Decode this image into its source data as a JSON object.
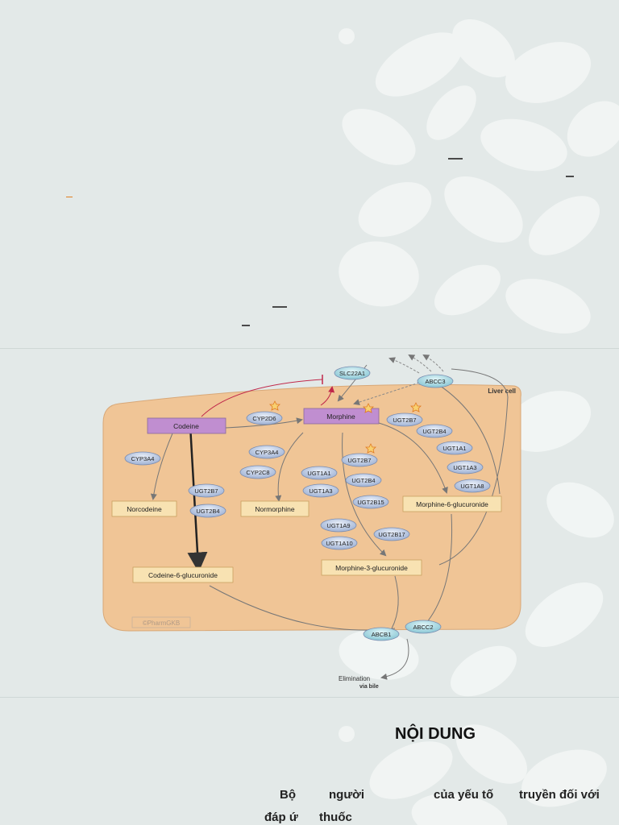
{
  "diagram": {
    "liver_cell_label": "Liver cell",
    "copyright": "©PharmGKB",
    "elimination": "Elimination",
    "via_bile": "via bile",
    "boxes": {
      "codeine": "Codeine",
      "morphine": "Morphine",
      "norcodeine": "Norcodeine",
      "normorphine": "Normorphine",
      "codeine_6_glucuronide": "Codeine-6-glucuronide",
      "morphine_3_glucuronide": "Morphine-3-glucuronide",
      "morphine_6_glucuronide": "Morphine-6-glucuronide"
    },
    "enzymes": {
      "slc22a1": "SLC22A1",
      "abcc3": "ABCC3",
      "cyp2d6": "CYP2D6",
      "cyp3a4_a": "CYP3A4",
      "cyp3a4_b": "CYP3A4",
      "cyp2c8": "CYP2C8",
      "ugt2b7_a": "UGT2B7",
      "ugt2b4_a": "UGT2B4",
      "ugt2b7_b": "UGT2B7",
      "ugt2b4_b": "UGT2B4",
      "ugt1a1_a": "UGT1A1",
      "ugt1a3_a": "UGT1A3",
      "ugt1a1_b": "UGT1A1",
      "ugt1a3_b": "UGT1A3",
      "ugt2b7_c": "UGT2B7",
      "ugt2b4_c": "UGT2B4",
      "ugt2b15": "UGT2B15",
      "ugt1a9": "UGT1A9",
      "ugt1a10": "UGT1A10",
      "ugt2b17": "UGT2B17",
      "ugt1a8": "UGT1A8",
      "abcb1": "ABCB1",
      "abcc2": "ABCC2"
    }
  },
  "slide3": {
    "heading": "NỘI DUNG",
    "words": [
      "Bộ",
      "người",
      "của yếu tố",
      "truyền đối với",
      "đáp ứ",
      "thuốc"
    ]
  }
}
